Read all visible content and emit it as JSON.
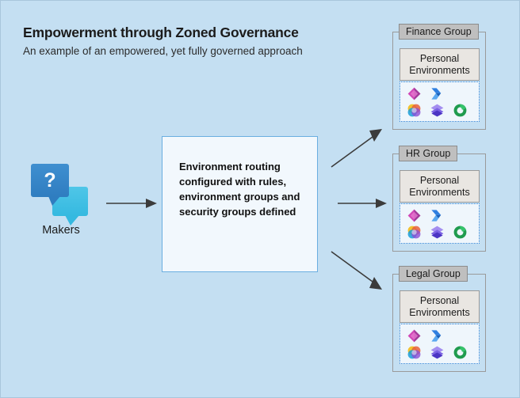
{
  "header": {
    "title": "Empowerment through Zoned Governance",
    "subtitle": "An example of an empowered, yet fully governed approach"
  },
  "colors": {
    "canvas_background": "#c4dff2",
    "center_box_background": "#f2f8fd",
    "center_box_border": "#6aaee0",
    "group_label_background": "#bfbfbf",
    "personal_box_background": "#e9e6e2",
    "env_pool_border": "#2a7fd4",
    "arrow": "#3b3b3b",
    "maker_bubble_front": "#2f7dc0",
    "maker_bubble_back": "#35b9e0"
  },
  "makers": {
    "label": "Makers",
    "icon": "speech-bubbles-question-icon",
    "question_mark": "?"
  },
  "center": {
    "text": "Environment routing configured with rules, environment groups and security groups defined"
  },
  "arrows": [
    {
      "name": "makers-to-routing-arrow",
      "direction": "right"
    },
    {
      "name": "routing-to-finance-arrow",
      "direction": "up-right"
    },
    {
      "name": "routing-to-hr-arrow",
      "direction": "right"
    },
    {
      "name": "routing-to-legal-arrow",
      "direction": "down-right"
    }
  ],
  "groups": [
    {
      "label": "Finance Group",
      "environment_box": "Personal Environments",
      "apps": [
        {
          "name": "power-apps-icon",
          "label": "Power Apps",
          "color": "#c13bb0"
        },
        {
          "name": "power-automate-icon",
          "label": "Power Automate",
          "color": "#2f7fe0"
        },
        {
          "name": "copilot-icon",
          "label": "Copilot",
          "color": "#f06a3c"
        },
        {
          "name": "power-pages-icon",
          "label": "Power Pages",
          "color": "#6b4ddb"
        },
        {
          "name": "copilot-studio-icon",
          "label": "Copilot Studio",
          "color": "#1f9b4e"
        }
      ]
    },
    {
      "label": "HR Group",
      "environment_box": "Personal Environments",
      "apps": [
        {
          "name": "power-apps-icon",
          "label": "Power Apps",
          "color": "#c13bb0"
        },
        {
          "name": "power-automate-icon",
          "label": "Power Automate",
          "color": "#2f7fe0"
        },
        {
          "name": "copilot-icon",
          "label": "Copilot",
          "color": "#f06a3c"
        },
        {
          "name": "power-pages-icon",
          "label": "Power Pages",
          "color": "#6b4ddb"
        },
        {
          "name": "copilot-studio-icon",
          "label": "Copilot Studio",
          "color": "#1f9b4e"
        }
      ]
    },
    {
      "label": "Legal Group",
      "environment_box": "Personal Environments",
      "apps": [
        {
          "name": "power-apps-icon",
          "label": "Power Apps",
          "color": "#c13bb0"
        },
        {
          "name": "power-automate-icon",
          "label": "Power Automate",
          "color": "#2f7fe0"
        },
        {
          "name": "copilot-icon",
          "label": "Copilot",
          "color": "#f06a3c"
        },
        {
          "name": "power-pages-icon",
          "label": "Power Pages",
          "color": "#6b4ddb"
        },
        {
          "name": "copilot-studio-icon",
          "label": "Copilot Studio",
          "color": "#1f9b4e"
        }
      ]
    }
  ]
}
